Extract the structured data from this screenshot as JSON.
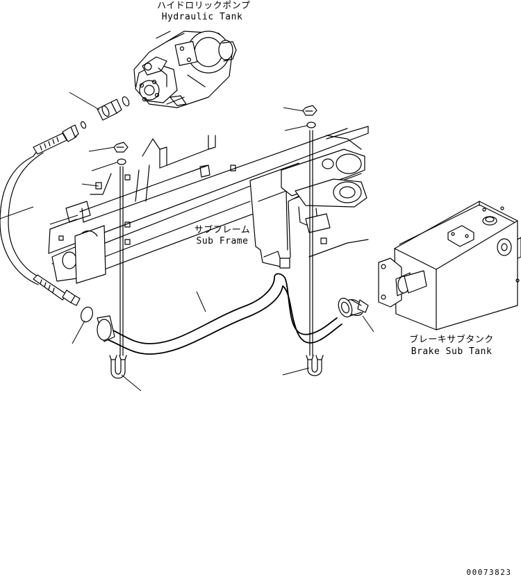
{
  "labels": {
    "pump_jp": "ハイドロリックポンプ",
    "pump_en": "Hydraulic Tank",
    "frame_jp": "サブフレーム",
    "frame_en": "Sub Frame",
    "tank_jp": "ブレーキサブタンク",
    "tank_en": "Brake Sub Tank",
    "drawing_no": "00073823"
  }
}
